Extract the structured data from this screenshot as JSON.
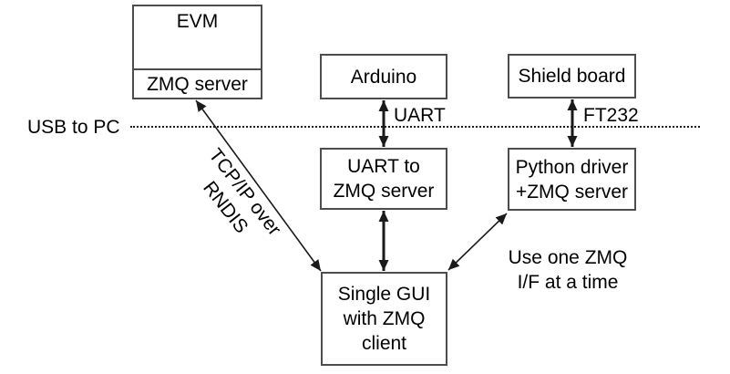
{
  "nodes": {
    "evm": {
      "title": "EVM",
      "subtitle": "ZMQ server"
    },
    "arduino": {
      "label": "Arduino"
    },
    "shield_board": {
      "label": "Shield board"
    },
    "uart_to_zmq": {
      "line1": "UART to",
      "line2": "ZMQ server"
    },
    "python_driver": {
      "line1": "Python driver",
      "line2": "+ZMQ server"
    },
    "single_gui": {
      "line1": "Single GUI",
      "line2": "with ZMQ",
      "line3": "client"
    }
  },
  "edge_labels": {
    "usb_to_pc": "USB to PC",
    "uart": "UART",
    "ft232": "FT232",
    "tcpip": {
      "line1": "TCP/IP over",
      "line2": "RNDIS"
    },
    "note": {
      "line1": "Use one ZMQ",
      "line2": "I/F at a time"
    }
  },
  "colors": {
    "box_border": "#4d4d4d",
    "line": "#1a1a1a",
    "text": "#000000",
    "background": "#ffffff"
  }
}
